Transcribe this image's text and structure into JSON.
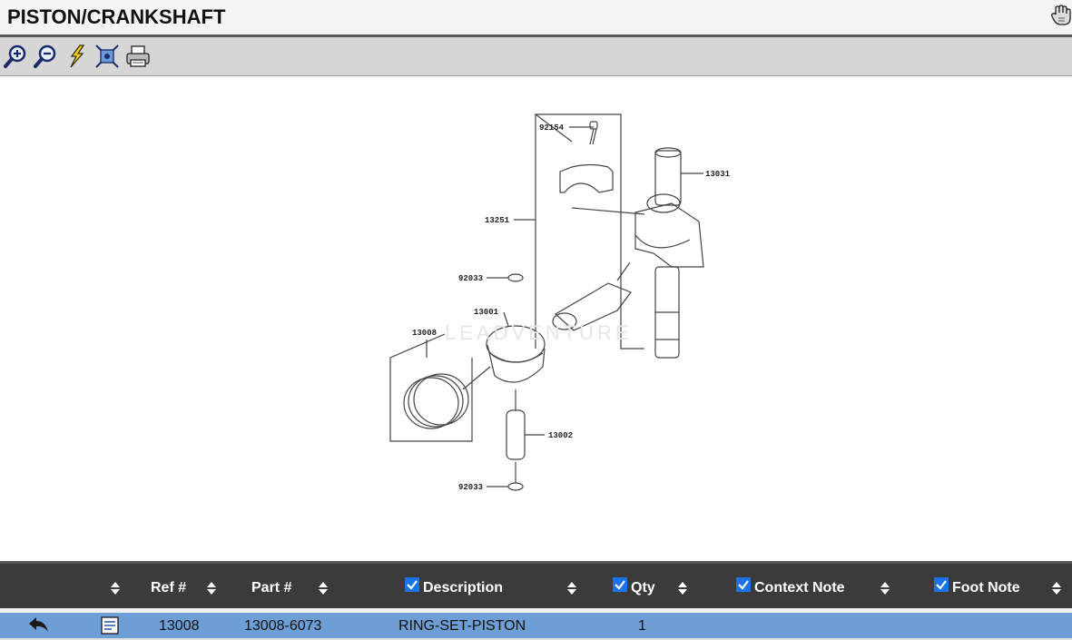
{
  "window": {
    "title": "PISTON/CRANKSHAFT",
    "corner_icon": "hand-icon"
  },
  "toolbar": {
    "buttons": [
      {
        "icon": "zoom-in-icon"
      },
      {
        "icon": "zoom-out-icon"
      },
      {
        "icon": "lightning-icon"
      },
      {
        "icon": "fit-view-icon"
      },
      {
        "icon": "print-icon"
      }
    ]
  },
  "diagram": {
    "watermark": "LEADVENTURE",
    "callouts": [
      "92154",
      "13031",
      "13251",
      "92033",
      "13001",
      "13008",
      "13002",
      "92033"
    ]
  },
  "grid": {
    "columns": [
      {
        "label": "",
        "sortable": true
      },
      {
        "label": "Ref #",
        "sortable": true
      },
      {
        "label": "Part #",
        "sortable": true
      },
      {
        "label": "Description",
        "sortable": true,
        "checked": true
      },
      {
        "label": "Qty",
        "sortable": true,
        "checked": true
      },
      {
        "label": "Context Note",
        "sortable": true,
        "checked": true
      },
      {
        "label": "Foot Note",
        "sortable": true,
        "checked": true
      }
    ],
    "rows": [
      {
        "action_icon": "return-arrow-icon",
        "detail_icon": "document-icon",
        "ref": "13008",
        "part": "13008-6073",
        "description": "RING-SET-PISTON",
        "qty": "1",
        "context_note": "",
        "foot_note": ""
      }
    ]
  },
  "colors": {
    "header_bg": "#3b3b3b",
    "selected_row": "#6d9ed6",
    "toolbar_bg": "#d6d6d6"
  }
}
